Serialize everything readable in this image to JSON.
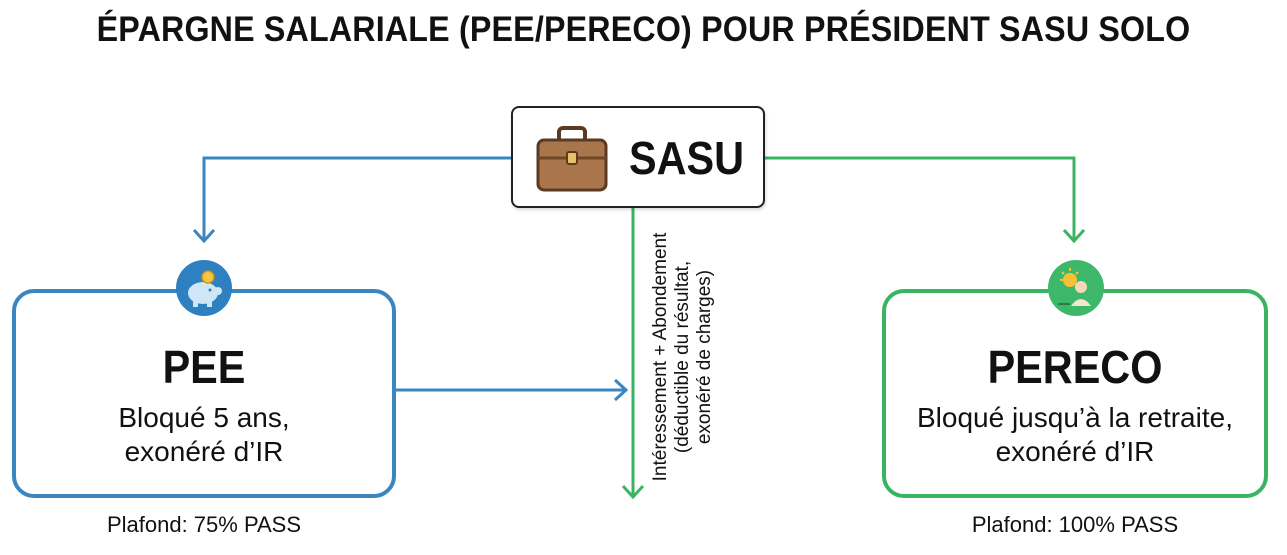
{
  "title": "ÉPARGNE SALARIALE (PEE/PERECO) POUR PRÉSIDENT SASU SOLO",
  "sasu": {
    "label": "SASU",
    "icon": "briefcase-icon"
  },
  "pee": {
    "name": "PEE",
    "desc_line1": "Bloqué 5 ans,",
    "desc_line2": "exonéré d’IR",
    "plafond": "Plafond: 75% PASS",
    "icon": "piggy-bank-icon",
    "color": "#3a86c0"
  },
  "pereco": {
    "name": "PERECO",
    "desc_line1": "Bloqué jusqu’à la retraite,",
    "desc_line2": "exonéré d’IR",
    "plafond": "Plafond: 100% PASS",
    "icon": "retiree-sun-icon",
    "color": "#38b463"
  },
  "flow": {
    "line1": "Intéressement + Abondement",
    "line2": "(déductible du résultat,",
    "line3": "exonéré de charges)"
  }
}
